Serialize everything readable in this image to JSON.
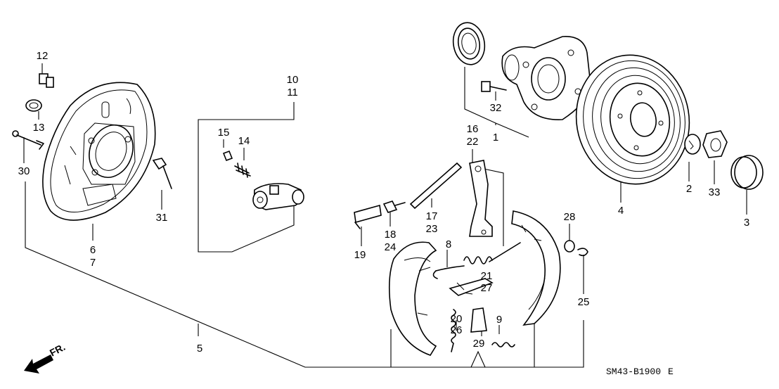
{
  "callouts": {
    "c1": "1",
    "c2": "2",
    "c3": "3",
    "c4": "4",
    "c5": "5",
    "c6": "6",
    "c7": "7",
    "c8": "8",
    "c9": "9",
    "c10": "10",
    "c11": "11",
    "c12": "12",
    "c13": "13",
    "c14": "14",
    "c15": "15",
    "c16": "16",
    "c17": "17",
    "c18": "18",
    "c19": "19",
    "c20": "20",
    "c21": "21",
    "c22": "22",
    "c23": "23",
    "c24": "24",
    "c25": "25",
    "c26": "26",
    "c27": "27",
    "c28": "28",
    "c29": "29",
    "c30": "30",
    "c31": "31",
    "c32": "32",
    "c33": "33"
  },
  "direction_label": "FR.",
  "diagram_code": "SM43-B1900",
  "diagram_suffix": "E"
}
